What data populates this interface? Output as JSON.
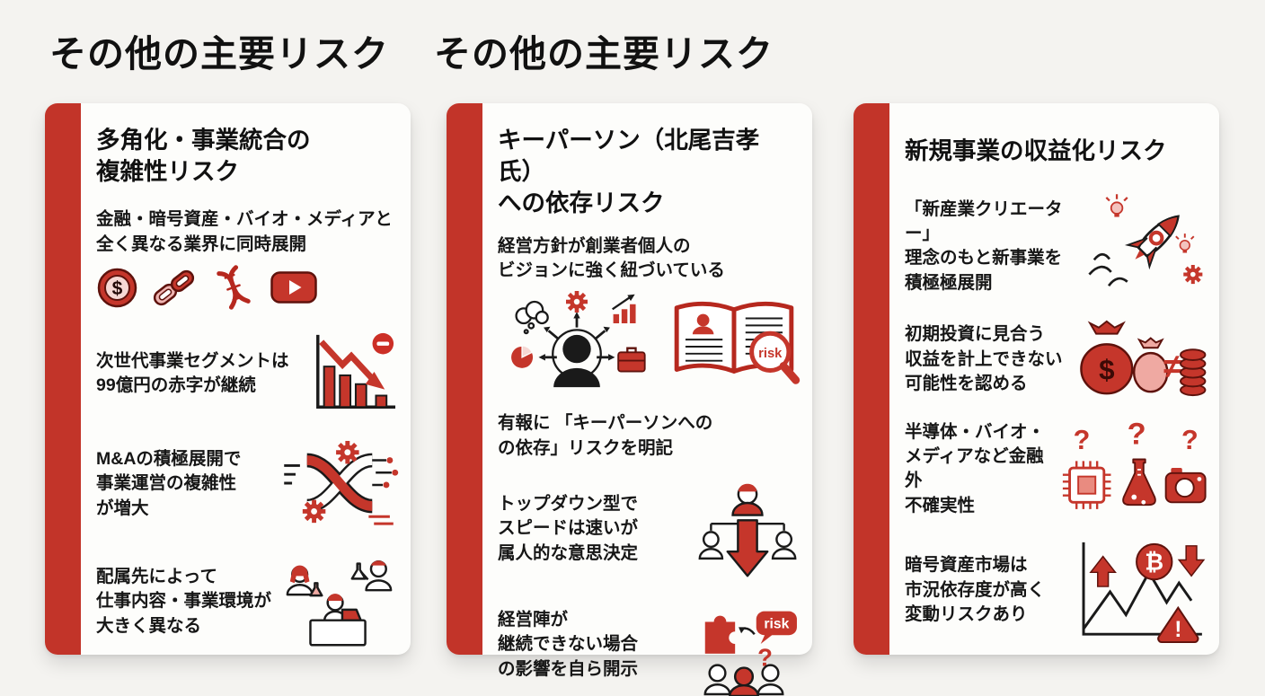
{
  "colors": {
    "page_background": "#f4f3f0",
    "card_background": "#fdfdfb",
    "accent_red": "#c23429",
    "icon_red": "#c5362b",
    "icon_dark_red": "#5e120c",
    "icon_pink": "#efa9a2",
    "text_black": "#141414"
  },
  "header": {
    "title_left": "その他の主要リスク",
    "title_right": "その他の主要リスク"
  },
  "cards": [
    {
      "title": "多角化・事業統合の\n複雑性リスク",
      "items": [
        {
          "text": "金融・暗号資産・バイオ・メディアと\n全く異なる業界に同時展開",
          "icons": [
            "dollar-coin-icon",
            "chain-link-icon",
            "dna-icon",
            "youtube-icon"
          ]
        },
        {
          "text": "次世代事業セグメントは\n99億円の赤字が継続",
          "icons": [
            "declining-bar-chart-icon"
          ]
        },
        {
          "text": "M&Aの積極展開で\n事業運営の複雑性\nが増大",
          "icons": [
            "ma-integration-complexity-icon"
          ]
        },
        {
          "text": "配属先によって\n仕事内容・事業環境が\n大きく異なる",
          "icons": [
            "diverse-workplaces-icon"
          ]
        }
      ]
    },
    {
      "title": "キーパーソン（北尾吉孝氏）\nへの依存リスク",
      "items": [
        {
          "text": "経営方針が創業者個人の\nビジョンに強く紐づいている",
          "icons": [
            "founder-vision-icon",
            "risk-disclosure-book-icon"
          ]
        },
        {
          "text": "有報に 「キーパーソンへの\nの依存」リスクを明記",
          "icons": []
        },
        {
          "text": "トップダウン型で\nスピードは速いが\n属人的な意思決定",
          "icons": [
            "top-down-decision-icon"
          ]
        },
        {
          "text": "経営陣が\n継続できない場合\nの影響を自ら開示",
          "icons": [
            "succession-risk-icon"
          ]
        }
      ]
    },
    {
      "title": "新規事業の収益化リスク",
      "items": [
        {
          "text": "「新産業クリエーター」\n理念のもと新事業を\n積極極展開",
          "icons": [
            "rocket-launch-icon"
          ]
        },
        {
          "text": "初期投資に見合う\n収益を計上できない\n可能性を認める",
          "icons": [
            "money-mismatch-icon"
          ]
        },
        {
          "text": "半導体・バイオ・\nメディアなど金融外\n不確実性",
          "icons": [
            "uncertainty-sectors-icon"
          ]
        },
        {
          "text": "暗号資産市場は\n市況依存度が高く\n変動リスクあり",
          "icons": [
            "crypto-volatility-icon"
          ]
        }
      ]
    }
  ],
  "labels": {
    "risk": "risk",
    "dollar": "$",
    "not_equal": "≠",
    "question_mark": "?",
    "bitcoin": "₿",
    "exclamation": "!"
  }
}
